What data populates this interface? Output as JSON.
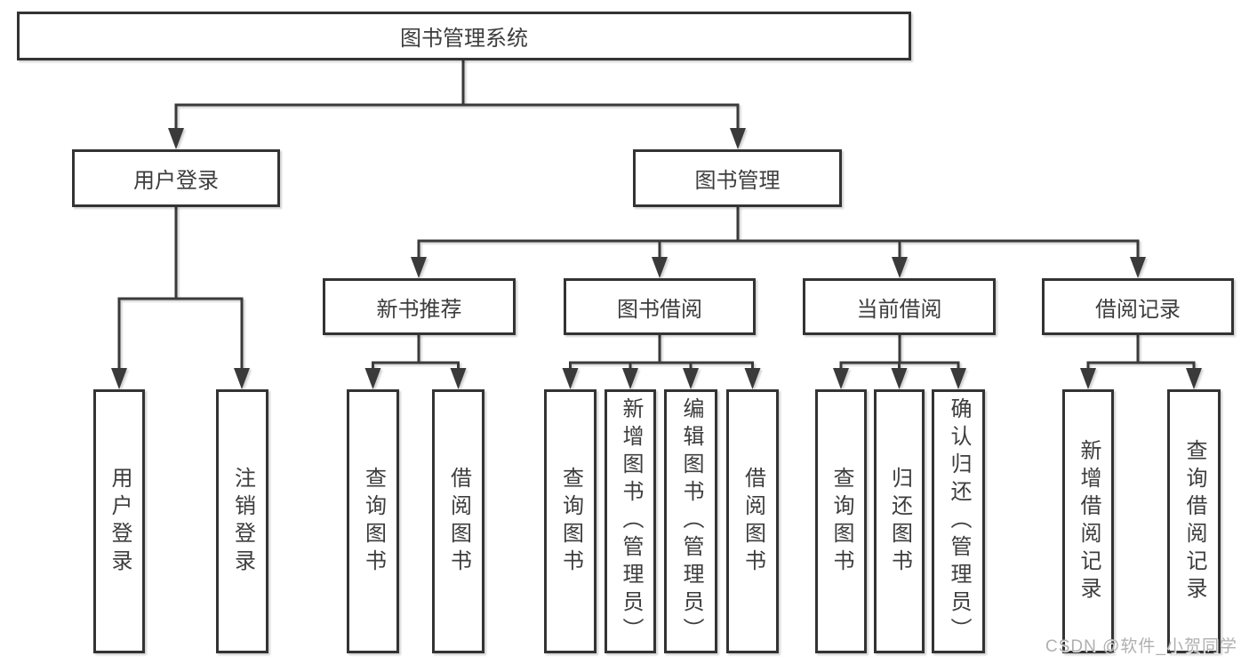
{
  "colors": {
    "line": "#3a3a3a",
    "box_border": "#333333",
    "box_background": "#ffffff",
    "text": "#3d3d3d",
    "watermark": "#b0b0b0",
    "page_background": "#ffffff"
  },
  "tree": {
    "root": "图书管理系统",
    "children": [
      {
        "label": "用户登录",
        "children": [
          "用户登录",
          "注销登录"
        ]
      },
      {
        "label": "图书管理",
        "children": [
          {
            "label": "新书推荐",
            "children": [
              "查询图书",
              "借阅图书"
            ]
          },
          {
            "label": "图书借阅",
            "children": [
              "查询图书",
              "新增图书（管理员）",
              "编辑图书（管理员）",
              "借阅图书"
            ]
          },
          {
            "label": "当前借阅",
            "children": [
              "查询图书",
              "归还图书",
              "确认归还（管理员）"
            ]
          },
          {
            "label": "借阅记录",
            "children": [
              "新增借阅记录",
              "查询借阅记录"
            ]
          }
        ]
      }
    ]
  },
  "watermark": {
    "text": "CSDN @软件_小贺同学"
  }
}
